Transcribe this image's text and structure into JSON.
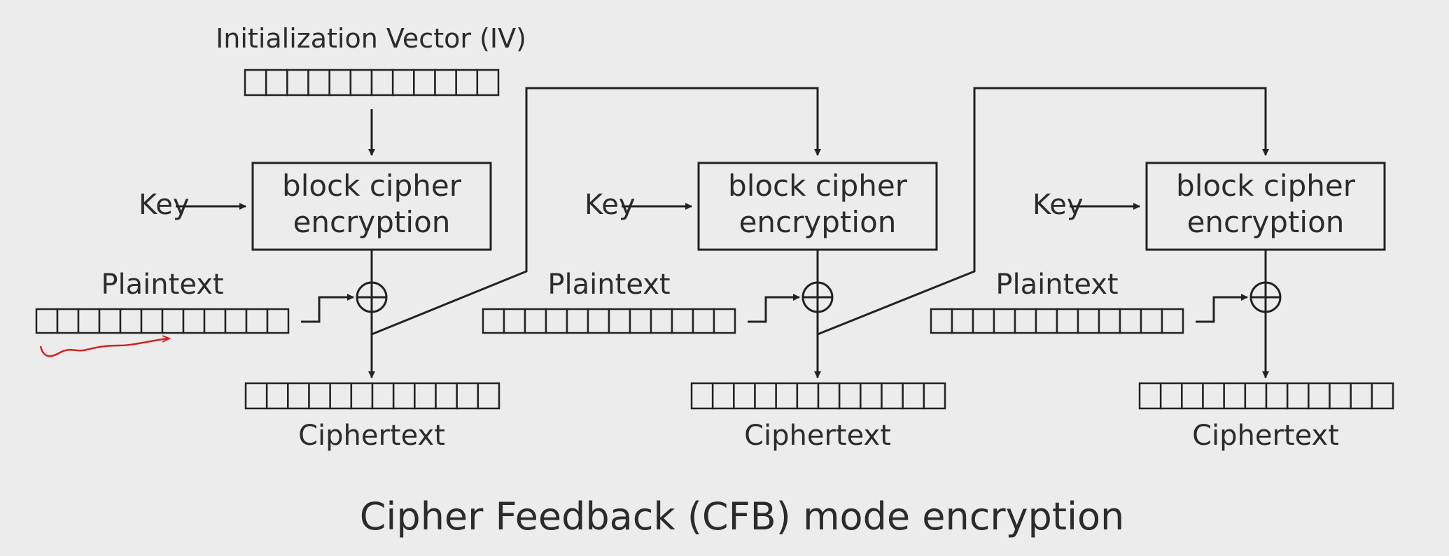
{
  "iv_label": "Initialization Vector (IV)",
  "caption": "Cipher Feedback (CFB) mode encryption",
  "stages": [
    {
      "key_label": "Key",
      "cipher_line1": "block cipher",
      "cipher_line2": "encryption",
      "plaintext_label": "Plaintext",
      "ciphertext_label": "Ciphertext"
    },
    {
      "key_label": "Key",
      "cipher_line1": "block cipher",
      "cipher_line2": "encryption",
      "plaintext_label": "Plaintext",
      "ciphertext_label": "Ciphertext"
    },
    {
      "key_label": "Key",
      "cipher_line1": "block cipher",
      "cipher_line2": "encryption",
      "plaintext_label": "Plaintext",
      "ciphertext_label": "Ciphertext"
    }
  ],
  "colors": {
    "ink": "#222222",
    "background": "#ececec",
    "annotation": "#d62020"
  },
  "icons": {
    "xor": "xor-circle-plus-icon",
    "arrow": "arrowhead-icon"
  },
  "cells_per_block": 12
}
